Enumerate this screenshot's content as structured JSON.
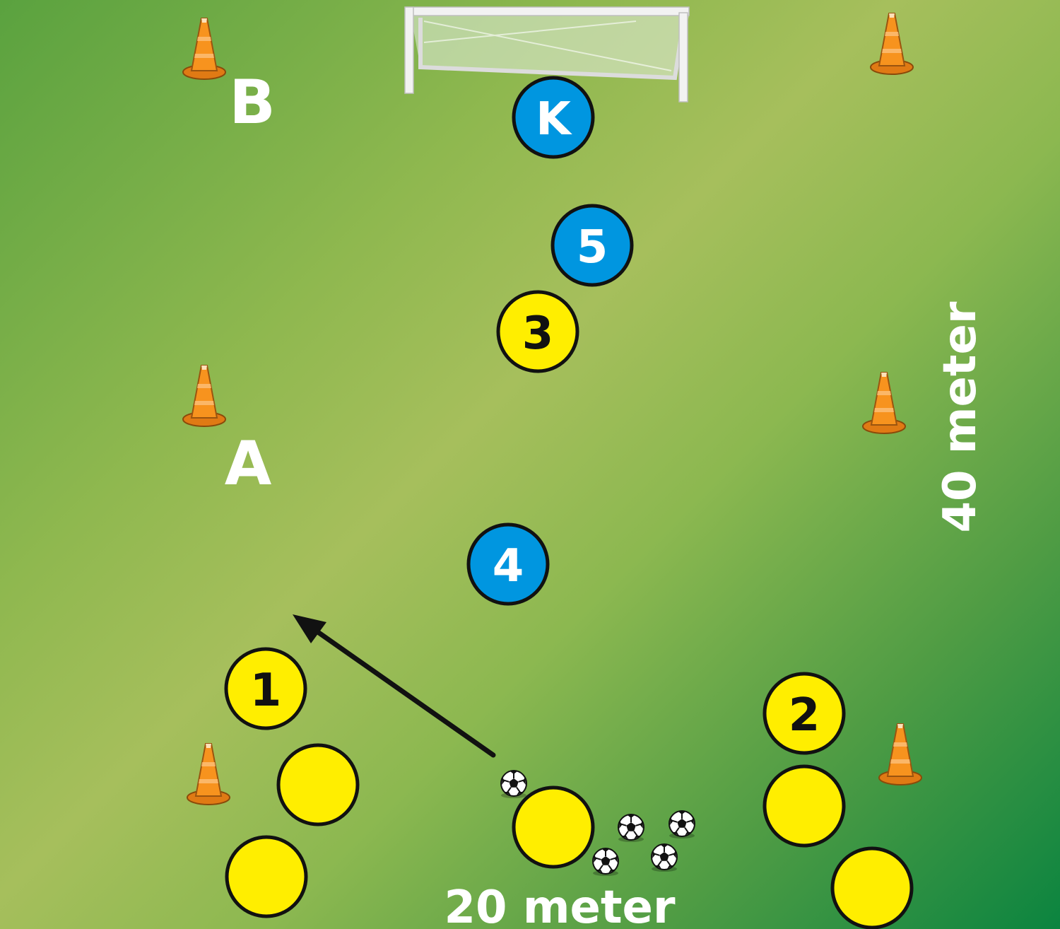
{
  "labels": {
    "zone_a": "A",
    "zone_b": "B",
    "width": "20 meter",
    "length": "40 meter"
  },
  "players": {
    "keeper": "K",
    "p1": "1",
    "p2": "2",
    "p3": "3",
    "p4": "4",
    "p5": "5"
  },
  "colors": {
    "yellow_team": "#ffee00",
    "blue_team": "#0096e0",
    "cone": "#f28a1e",
    "label": "#ffffff",
    "outline": "#111111"
  },
  "icons": {
    "cone": "traffic-cone-icon",
    "ball": "soccer-ball-icon",
    "goal": "goal-icon",
    "arrow": "pass-arrow-icon"
  }
}
